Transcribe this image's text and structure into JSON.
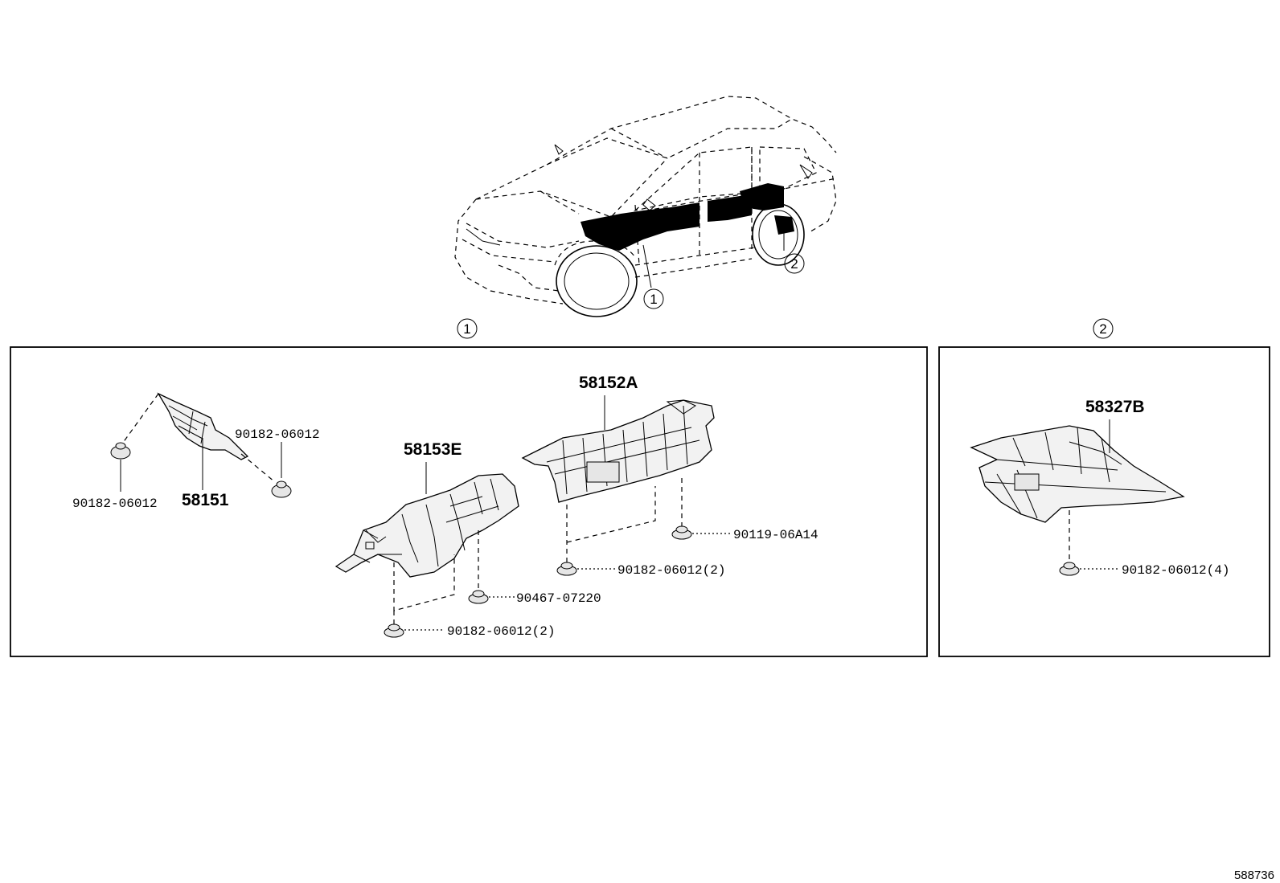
{
  "document_id": "588736",
  "callouts": {
    "one": "1",
    "two": "2"
  },
  "groups": [
    {
      "callout": "1",
      "parts": [
        {
          "number": "58151"
        },
        {
          "number": "58153E"
        },
        {
          "number": "58152A"
        }
      ],
      "fasteners": [
        {
          "number": "90182-06012"
        },
        {
          "number": "90182-06012"
        },
        {
          "number": "90182-06012(2)"
        },
        {
          "number": "90467-07220"
        },
        {
          "number": "90182-06012(2)"
        },
        {
          "number": "90119-06A14"
        }
      ]
    },
    {
      "callout": "2",
      "parts": [
        {
          "number": "58327B"
        }
      ],
      "fasteners": [
        {
          "number": "90182-06012(4)"
        }
      ]
    }
  ]
}
